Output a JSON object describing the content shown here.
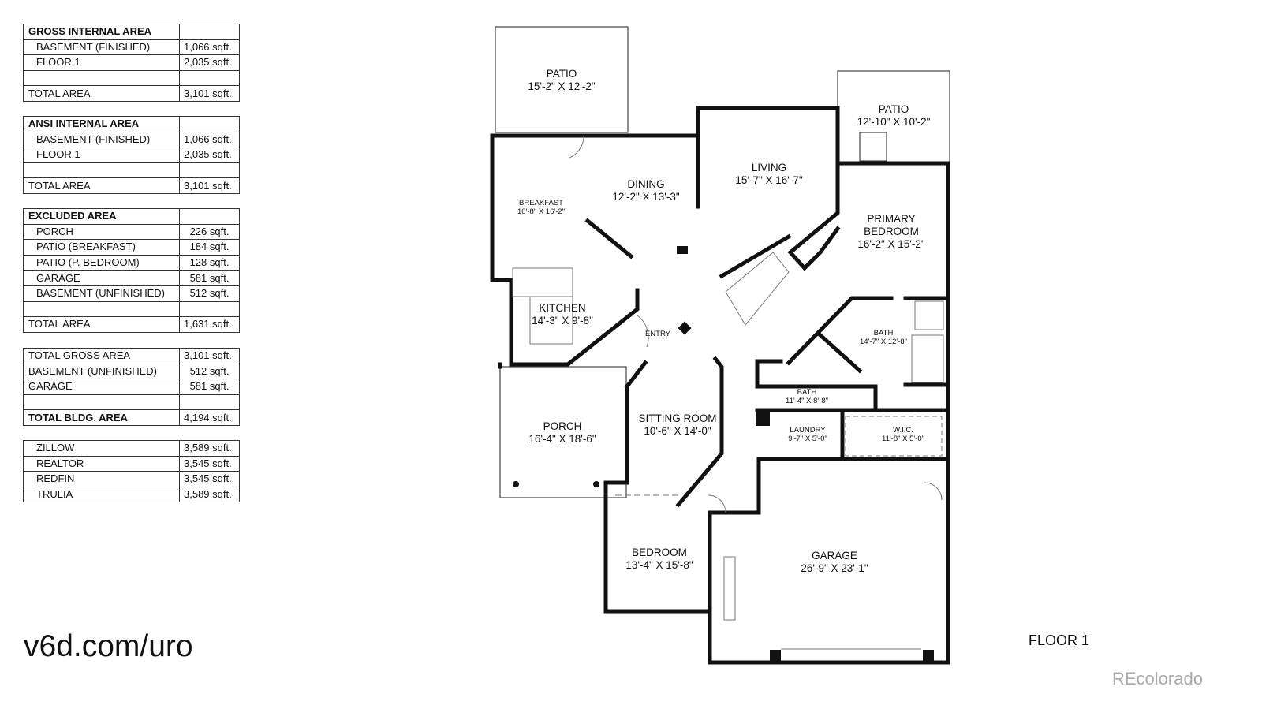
{
  "tables": [
    {
      "header": "GROSS INTERNAL AREA",
      "rows": [
        {
          "label": "BASEMENT (FINISHED)",
          "value": "1,066 sqft.",
          "indent": true
        },
        {
          "label": "FLOOR 1",
          "value": "2,035 sqft.",
          "indent": true
        },
        {
          "label": "",
          "value": ""
        },
        {
          "label": "TOTAL AREA",
          "value": "3,101 sqft."
        }
      ]
    },
    {
      "header": "ANSI INTERNAL AREA",
      "rows": [
        {
          "label": "BASEMENT (FINISHED)",
          "value": "1,066 sqft.",
          "indent": true
        },
        {
          "label": "FLOOR 1",
          "value": "2,035 sqft.",
          "indent": true
        },
        {
          "label": "",
          "value": ""
        },
        {
          "label": "TOTAL AREA",
          "value": "3,101 sqft."
        }
      ]
    },
    {
      "header": "EXCLUDED AREA",
      "rows": [
        {
          "label": "PORCH",
          "value": "226 sqft.",
          "indent": true
        },
        {
          "label": "PATIO (BREAKFAST)",
          "value": "184 sqft.",
          "indent": true
        },
        {
          "label": "PATIO (P. BEDROOM)",
          "value": "128 sqft.",
          "indent": true
        },
        {
          "label": "GARAGE",
          "value": "581 sqft.",
          "indent": true
        },
        {
          "label": "BASEMENT (UNFINISHED)",
          "value": "512 sqft.",
          "indent": true
        },
        {
          "label": "",
          "value": ""
        },
        {
          "label": "TOTAL AREA",
          "value": "1,631 sqft."
        }
      ]
    },
    {
      "header": null,
      "rows": [
        {
          "label": "TOTAL GROSS AREA",
          "value": "3,101 sqft."
        },
        {
          "label": "BASEMENT (UNFINISHED)",
          "value": "512 sqft."
        },
        {
          "label": "GARAGE",
          "value": "581 sqft."
        },
        {
          "label": "",
          "value": ""
        },
        {
          "label": "TOTAL BLDG. AREA",
          "value": "4,194 sqft.",
          "bold": true
        }
      ]
    },
    {
      "header": null,
      "rows": [
        {
          "label": "ZILLOW",
          "value": "3,589 sqft.",
          "indent": true
        },
        {
          "label": "REALTOR",
          "value": "3,545 sqft.",
          "indent": true
        },
        {
          "label": "REDFIN",
          "value": "3,545 sqft.",
          "indent": true
        },
        {
          "label": "TRULIA",
          "value": "3,589 sqft.",
          "indent": true
        }
      ]
    }
  ],
  "rooms": {
    "patio_left": {
      "name": "PATIO",
      "dims": "15'-2\" X 12'-2\""
    },
    "patio_right": {
      "name": "PATIO",
      "dims": "12'-10\" X 10'-2\""
    },
    "breakfast": {
      "name": "BREAKFAST",
      "dims": "10'-8\" X 16'-2\""
    },
    "dining": {
      "name": "DINING",
      "dims": "12'-2\" X 13'-3\""
    },
    "living": {
      "name": "LIVING",
      "dims": "15'-7\" X 16'-7\""
    },
    "primary_bedroom": {
      "name": "PRIMARY BEDROOM",
      "dims": "16'-2\" X 15'-2\""
    },
    "kitchen": {
      "name": "KITCHEN",
      "dims": "14'-3\" X 9'-8\""
    },
    "entry": {
      "name": "ENTRY"
    },
    "bath_primary": {
      "name": "BATH",
      "dims": "14'-7\" X 12'-8\""
    },
    "bath": {
      "name": "BATH",
      "dims": "11'-4\" X 8'-8\""
    },
    "porch": {
      "name": "PORCH",
      "dims": "16'-4\" X 18'-6\""
    },
    "sitting_room": {
      "name": "SITTING ROOM",
      "dims": "10'-6\" X 14'-0\""
    },
    "laundry": {
      "name": "LAUNDRY",
      "dims": "9'-7\" X 5'-0\""
    },
    "wic": {
      "name": "W.I.C.",
      "dims": "11'-8\" X 5'-0\""
    },
    "bedroom": {
      "name": "BEDROOM",
      "dims": "13'-4\" X 15'-8\""
    },
    "garage": {
      "name": "GARAGE",
      "dims": "26'-9\" X 23'-1\""
    }
  },
  "url": "v6d.com/uro",
  "floor_label": "FLOOR 1",
  "brand": "REcolorado"
}
